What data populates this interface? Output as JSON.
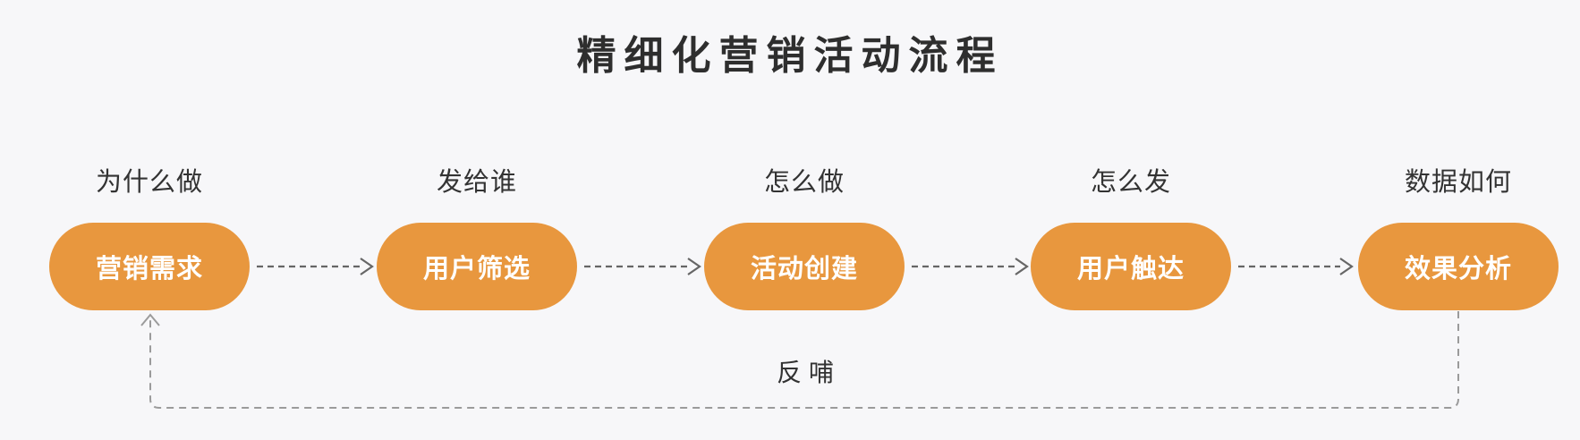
{
  "title": "精细化营销活动流程",
  "colors": {
    "background": "#f7f7f9",
    "node_fill": "#e8973e",
    "node_text": "#ffffff",
    "label_text": "#333333",
    "title_text": "#2e2e2e",
    "connector": "#666666",
    "feedback_line": "#9b9b9b"
  },
  "stages": [
    {
      "question": "为什么做",
      "name": "营销需求"
    },
    {
      "question": "发给谁",
      "name": "用户筛选"
    },
    {
      "question": "怎么做",
      "name": "活动创建"
    },
    {
      "question": "怎么发",
      "name": "用户触达"
    },
    {
      "question": "数据如何",
      "name": "效果分析"
    }
  ],
  "feedback_label": "反 哺"
}
